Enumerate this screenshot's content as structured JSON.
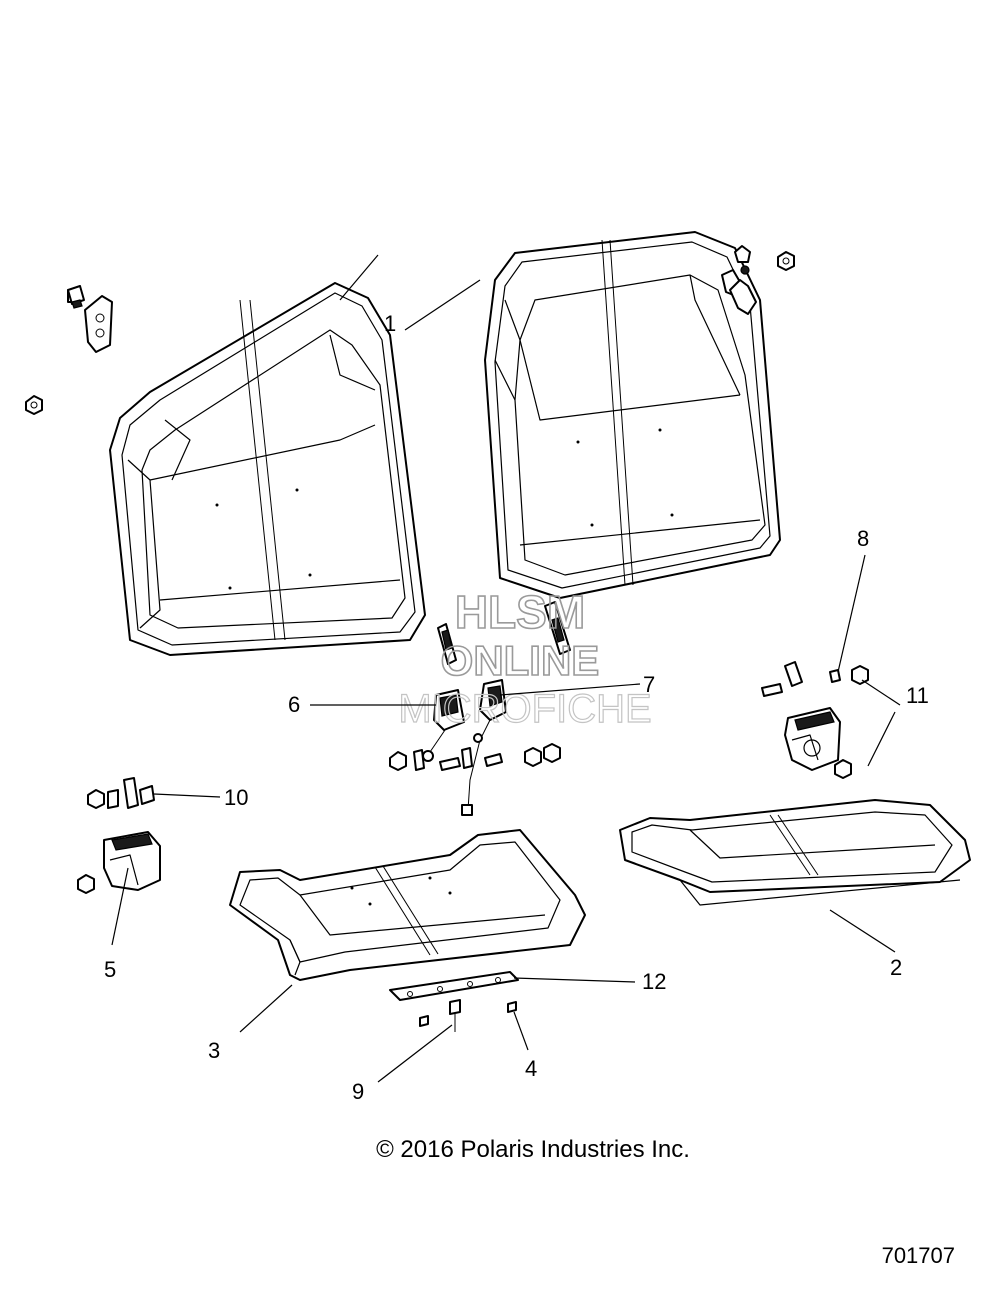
{
  "callouts": [
    {
      "id": "1",
      "text": "1"
    },
    {
      "id": "2",
      "text": "2"
    },
    {
      "id": "3",
      "text": "3"
    },
    {
      "id": "4",
      "text": "4"
    },
    {
      "id": "5",
      "text": "5"
    },
    {
      "id": "6",
      "text": "6"
    },
    {
      "id": "7",
      "text": "7"
    },
    {
      "id": "8",
      "text": "8"
    },
    {
      "id": "9",
      "text": "9"
    },
    {
      "id": "10",
      "text": "10"
    },
    {
      "id": "11",
      "text": "11"
    },
    {
      "id": "12",
      "text": "12"
    }
  ],
  "watermark": {
    "line1": "HLSM",
    "line2": "ONLINE",
    "line3": "MICROFICHE"
  },
  "copyright": "© 2016 Polaris Industries Inc.",
  "figure_number": "701707"
}
